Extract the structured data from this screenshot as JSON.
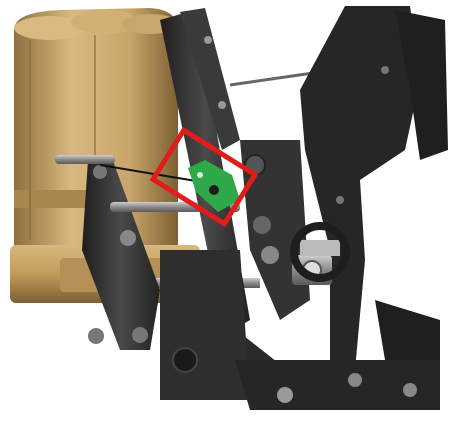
{
  "scene": {
    "subject": "cad-pedal-box-assembly",
    "colors": {
      "background": "#ffffff",
      "brass_body": "#c9a66b",
      "brass_shadow": "#8f6f3e",
      "dark_metal": "#2b2b2b",
      "mid_metal": "#4a4a4a",
      "light_metal": "#9a9a9a",
      "green_part": "#2fa84a",
      "highlight": "#e21b1b"
    },
    "highlight": {
      "shape": "rectangle",
      "color": "#e21b1b"
    },
    "icons": [
      "master-cylinder",
      "pedal-arm",
      "green-bracket",
      "highlight-box"
    ]
  }
}
